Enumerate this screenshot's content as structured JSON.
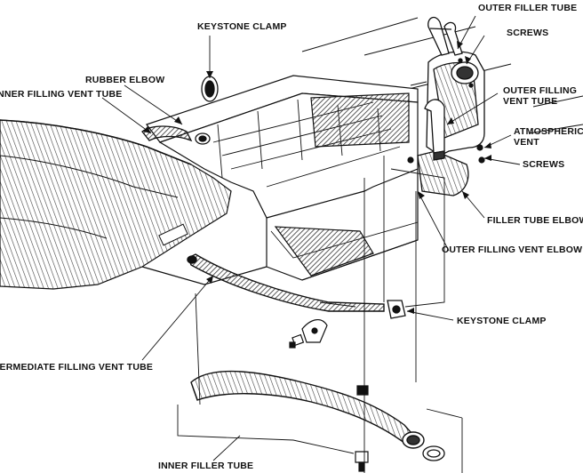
{
  "diagram": {
    "labels": {
      "keystone_clamp_top": "KEYSTONE CLAMP",
      "rubber_elbow": "RUBBER ELBOW",
      "inner_filling_vent_tube": "INNER FILLING VENT TUBE",
      "outer_filler_tube": "OUTER FILLER TUBE",
      "screws_top": "SCREWS",
      "outer_filling_vent_tube_line1": "OUTER FILLING",
      "outer_filling_vent_tube_line2": "VENT TUBE",
      "atmospheric_vent_line1": "ATMOSPHERIC",
      "atmospheric_vent_line2": "VENT",
      "screws_mid": "SCREWS",
      "filler_tube_elbow": "FILLER TUBE ELBOW",
      "outer_filling_vent_elbow": "OUTER FILLING VENT ELBOW",
      "keystone_clamp_mid": "KEYSTONE CLAMP",
      "intermediate_filling_vent_tube": "INTERMEDIATE FILLING VENT TUBE",
      "inner_filler_tube": "INNER FILLER TUBE"
    },
    "colors": {
      "ink": "#111111",
      "shade": "#555555",
      "paper": "#ffffff"
    }
  }
}
